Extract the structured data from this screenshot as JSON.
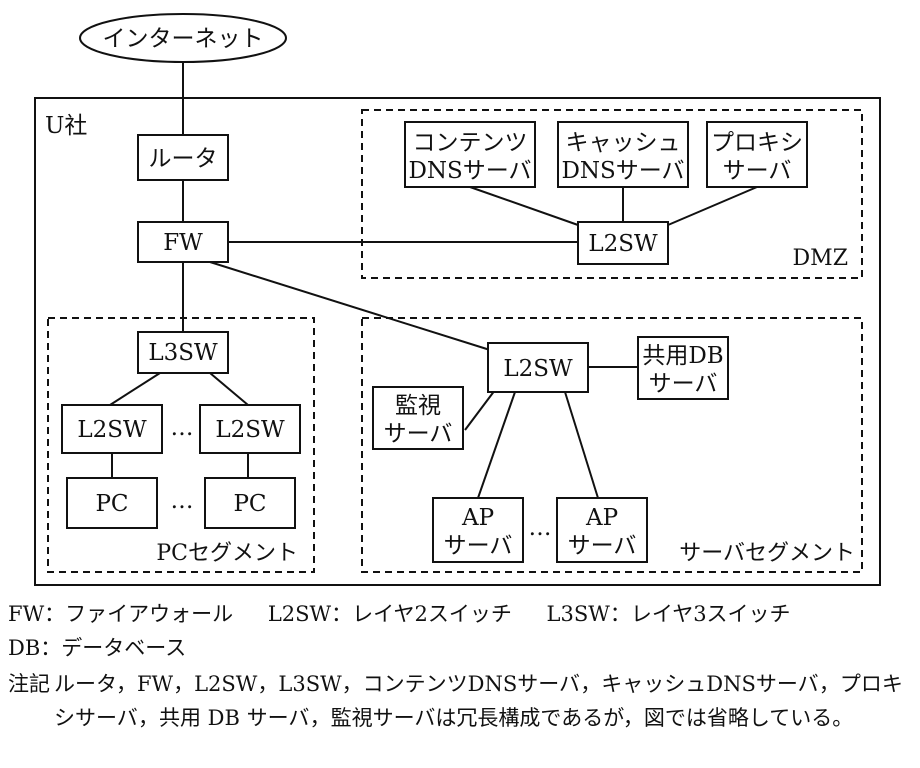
{
  "internet": "インターネット",
  "company": "U社",
  "router": "ルータ",
  "fw": "FW",
  "dmz": {
    "label": "DMZ",
    "content_dns": [
      "コンテンツ",
      "DNSサーバ"
    ],
    "cache_dns": [
      "キャッシュ",
      "DNSサーバ"
    ],
    "proxy": [
      "プロキシ",
      "サーバ"
    ],
    "l2sw": "L2SW"
  },
  "pc_segment": {
    "label": "PCセグメント",
    "l3sw": "L3SW",
    "l2sw": "L2SW",
    "pc": "PC",
    "ellipsis": "…"
  },
  "server_segment": {
    "label": "サーバセグメント",
    "l2sw": "L2SW",
    "shared_db": [
      "共用DB",
      "サーバ"
    ],
    "monitor": [
      "監視",
      "サーバ"
    ],
    "ap": [
      "AP",
      "サーバ"
    ],
    "ellipsis": "…"
  },
  "legend": {
    "fw": "FW：ファイアウォール",
    "l2sw": "L2SW：レイヤ2スイッチ",
    "l3sw": "L3SW：レイヤ3スイッチ",
    "db": "DB：データベース"
  },
  "note": {
    "label": "注記",
    "text": "ルータ，FW，L2SW，L3SW，コンテンツDNSサーバ，キャッシュDNSサーバ，プロキシサーバ，共用 DB サーバ，監視サーバは冗長構成であるが，図では省略している。"
  }
}
